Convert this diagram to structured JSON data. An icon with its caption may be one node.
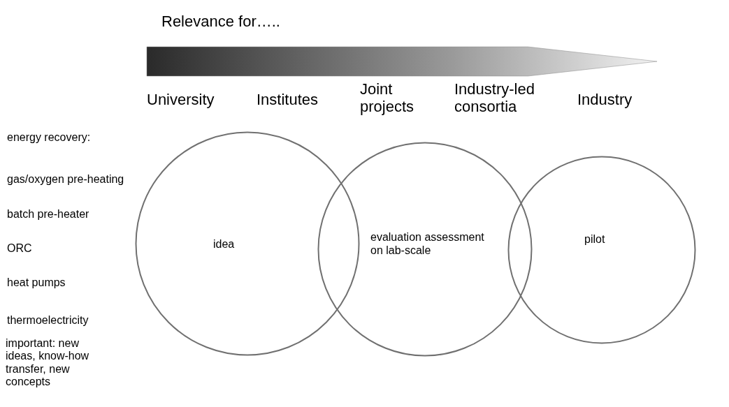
{
  "diagram": {
    "title": "Relevance for…..",
    "nodes": [
      {
        "text": [
          "idea"
        ]
      },
      {
        "text": [
          "evaluation assessment on lab-scale"
        ]
      },
      {
        "text": [
          "pilot"
        ]
      }
    ],
    "edges": [],
    "labels": [
      "University",
      "Institutes",
      "Joint projects",
      "Industry-led consortia",
      "Industry",
      "energy recovery:",
      "gas/oxygen pre-heating",
      "batch pre-heater",
      "ORC",
      "heat pumps",
      "thermoelectricity",
      "important: new ideas, know-how transfer, new concepts"
    ]
  }
}
